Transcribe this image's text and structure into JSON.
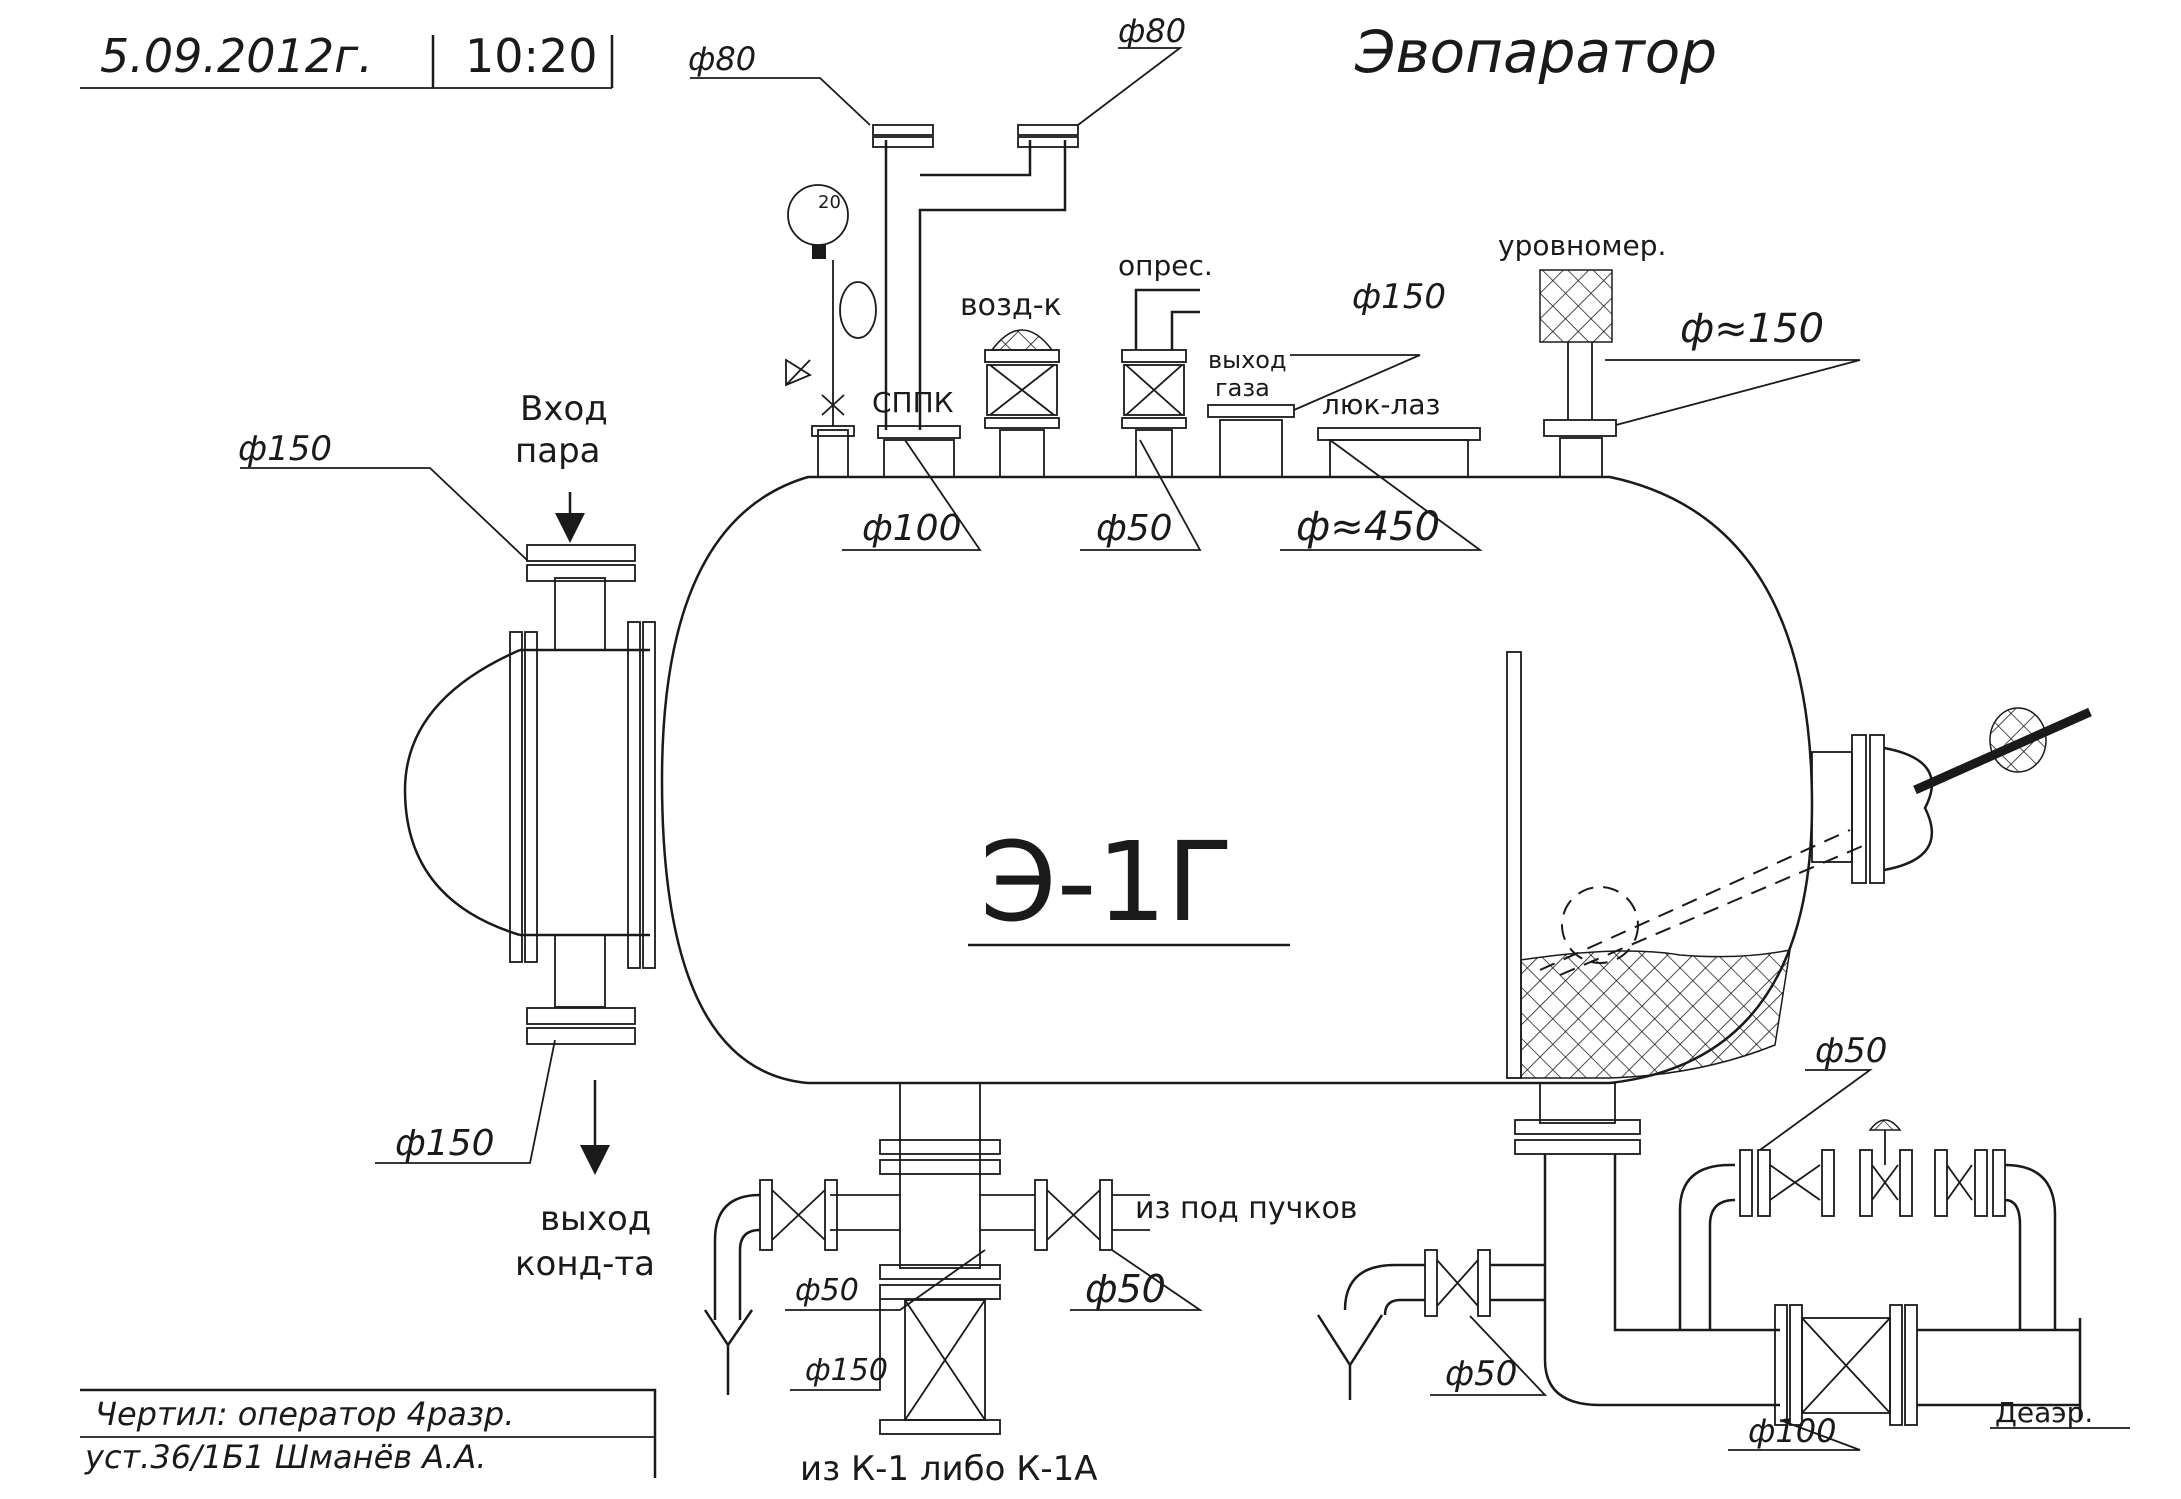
{
  "header": {
    "date": "5.09.2012г.",
    "time": "10:20",
    "title": "Эвопаратор"
  },
  "vessel": {
    "label": "Э-1Г"
  },
  "labels": {
    "steam_in": [
      "Вход",
      "пара"
    ],
    "condensate_out": [
      "выход",
      "конд-та"
    ],
    "sppk": "СППК",
    "air_valve": "возд-к",
    "pressure_test": "опрес.",
    "gas_out": [
      "выход",
      "газа"
    ],
    "manhole": "люк-лаз",
    "level_gauge": "уровномер.",
    "from_bundles": "из под пучков",
    "from_k1": "из К-1 либо К-1А",
    "deaerator": "Деаэр.",
    "gauge_mark": "20"
  },
  "dimensions": {
    "d80_left": "ф80",
    "d80_right": "ф80",
    "d150_left_top": "ф150",
    "d150_left_bottom": "ф150",
    "d100_sppk": "ф100",
    "d50_press": "ф50",
    "d150_top": "ф150",
    "d450_manhole": "ф≈450",
    "d150_level": "ф≈150",
    "d50_bottom_left": "ф50",
    "d50_bottom_right": "ф50",
    "d150_bottom": "ф150",
    "d50_lower_right": "ф50",
    "d50_bypass": "ф50",
    "d100_main": "ф100"
  },
  "signature": {
    "line1": "Чертил: оператор 4разр.",
    "line2": "уст.36/1Б1  Шманёв А.А."
  },
  "colors": {
    "ink": "#1a1a1a",
    "paper": "#ffffff"
  }
}
